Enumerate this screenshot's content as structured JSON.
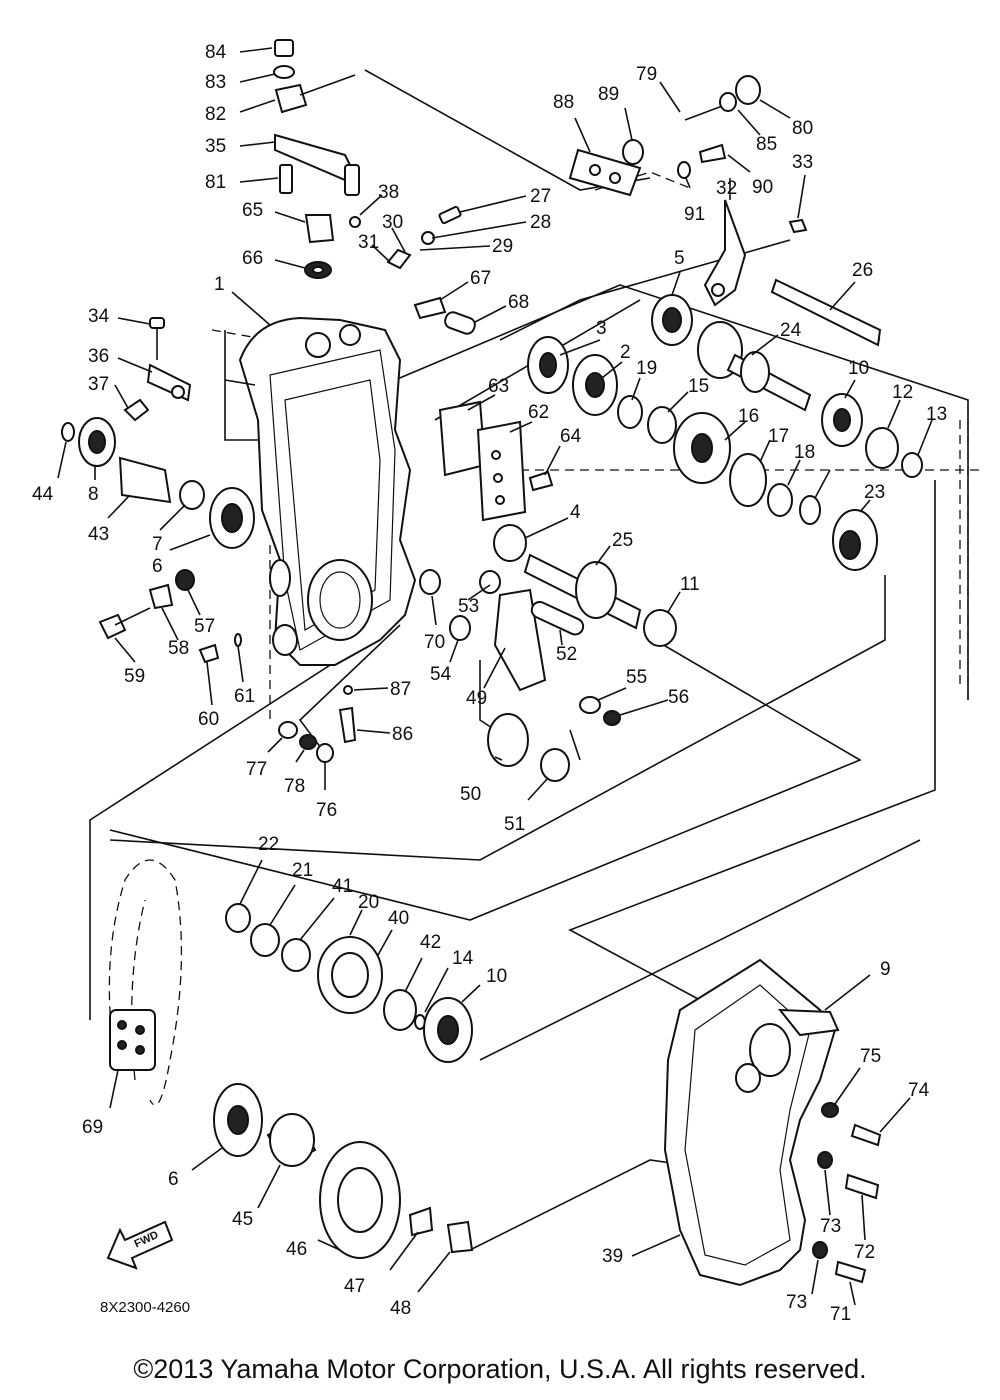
{
  "diagram": {
    "code": "8X2300-4260",
    "forward_arrow_text": "FWD",
    "copyright": "©2013 Yamaha Motor Corporation, U.S.A. All rights reserved.",
    "labels": [
      "84",
      "83",
      "82",
      "35",
      "81",
      "65",
      "66",
      "38",
      "27",
      "28",
      "29",
      "30",
      "31",
      "67",
      "68",
      "1",
      "34",
      "36",
      "37",
      "44",
      "8",
      "43",
      "7",
      "6",
      "57",
      "58",
      "59",
      "60",
      "61",
      "88",
      "89",
      "79",
      "80",
      "85",
      "90",
      "91",
      "32",
      "33",
      "26",
      "5",
      "24",
      "3",
      "2",
      "19",
      "15",
      "63",
      "62",
      "64",
      "16",
      "17",
      "18",
      "10",
      "12",
      "13",
      "23",
      "4",
      "25",
      "11",
      "53",
      "70",
      "54",
      "52",
      "49",
      "55",
      "56",
      "87",
      "86",
      "77",
      "78",
      "76",
      "50",
      "51",
      "22",
      "21",
      "41",
      "20",
      "40",
      "42",
      "14",
      "10",
      "9",
      "75",
      "74",
      "69",
      "6",
      "45",
      "46",
      "47",
      "48",
      "73",
      "72",
      "39",
      "73",
      "71"
    ]
  }
}
